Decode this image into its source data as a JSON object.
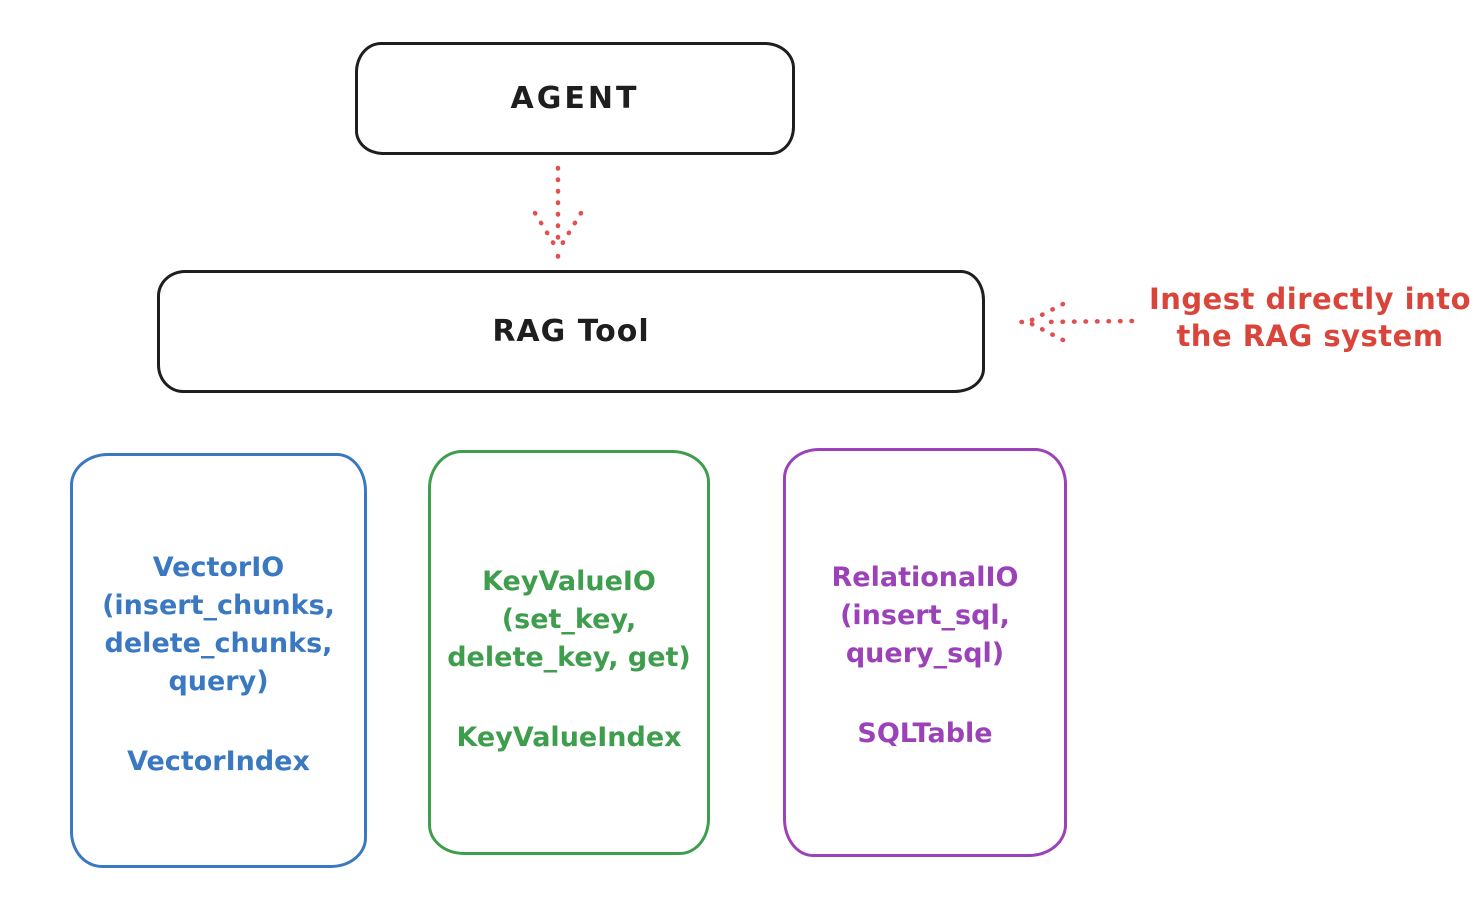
{
  "diagram": {
    "title_hint": "RAG Tool architecture sketch",
    "nodes": {
      "agent": {
        "label": "AGENT"
      },
      "rag_tool": {
        "label": "RAG Tool"
      }
    },
    "annotation": {
      "line1": "Ingest directly into",
      "line2": "the RAG system",
      "color": "#d9453b"
    },
    "arrows": {
      "agent_to_rag": {
        "style": "dotted",
        "color": "#e05050",
        "direction": "down"
      },
      "annotation_to_rag": {
        "style": "dotted",
        "color": "#e05050",
        "direction": "left"
      }
    },
    "stores": [
      {
        "name": "vector-store",
        "color": "#3b78c2",
        "methods": [
          "VectorIO",
          "(insert_chunks,",
          "delete_chunks,",
          "query)"
        ],
        "index": "VectorIndex"
      },
      {
        "name": "keyvalue-store",
        "color": "#3f9e4d",
        "methods": [
          "KeyValueIO",
          "(set_key,",
          "delete_key, get)"
        ],
        "index": "KeyValueIndex"
      },
      {
        "name": "relational-store",
        "color": "#9c42b8",
        "methods": [
          "RelationalIO",
          "(insert_sql,",
          "query_sql)"
        ],
        "index": "SQLTable"
      }
    ],
    "colors": {
      "ink": "#1e1e1e",
      "accent_red": "#e05050",
      "blue": "#3b78c2",
      "green": "#3f9e4d",
      "purple": "#9c42b8",
      "background": "#ffffff"
    }
  }
}
